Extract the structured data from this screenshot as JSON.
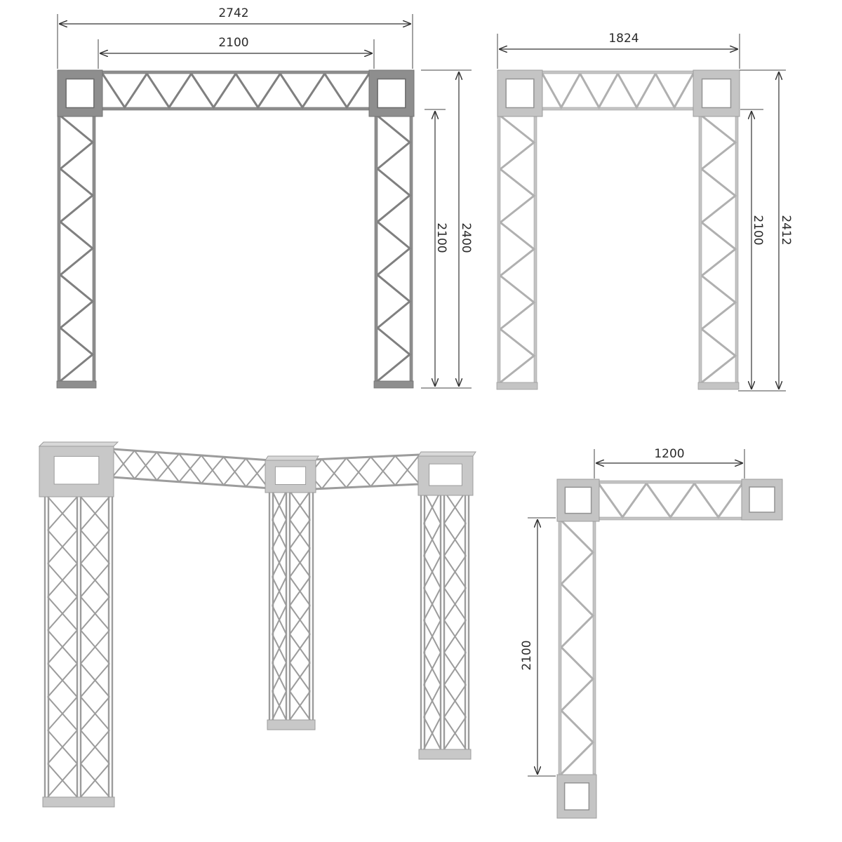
{
  "views": {
    "front_dark": {
      "width_total": "2742",
      "width_inner": "2100",
      "height_inner": "2100",
      "height_total": "2400",
      "color": "#8e8e8e"
    },
    "front_light": {
      "width_total": "1824",
      "height_inner": "2100",
      "height_total": "2412",
      "color": "#c4c4c4"
    },
    "perspective": {
      "color": "#c8c8c8"
    },
    "side": {
      "width_inner": "1200",
      "height_inner": "2100",
      "color": "#c4c4c4"
    }
  }
}
